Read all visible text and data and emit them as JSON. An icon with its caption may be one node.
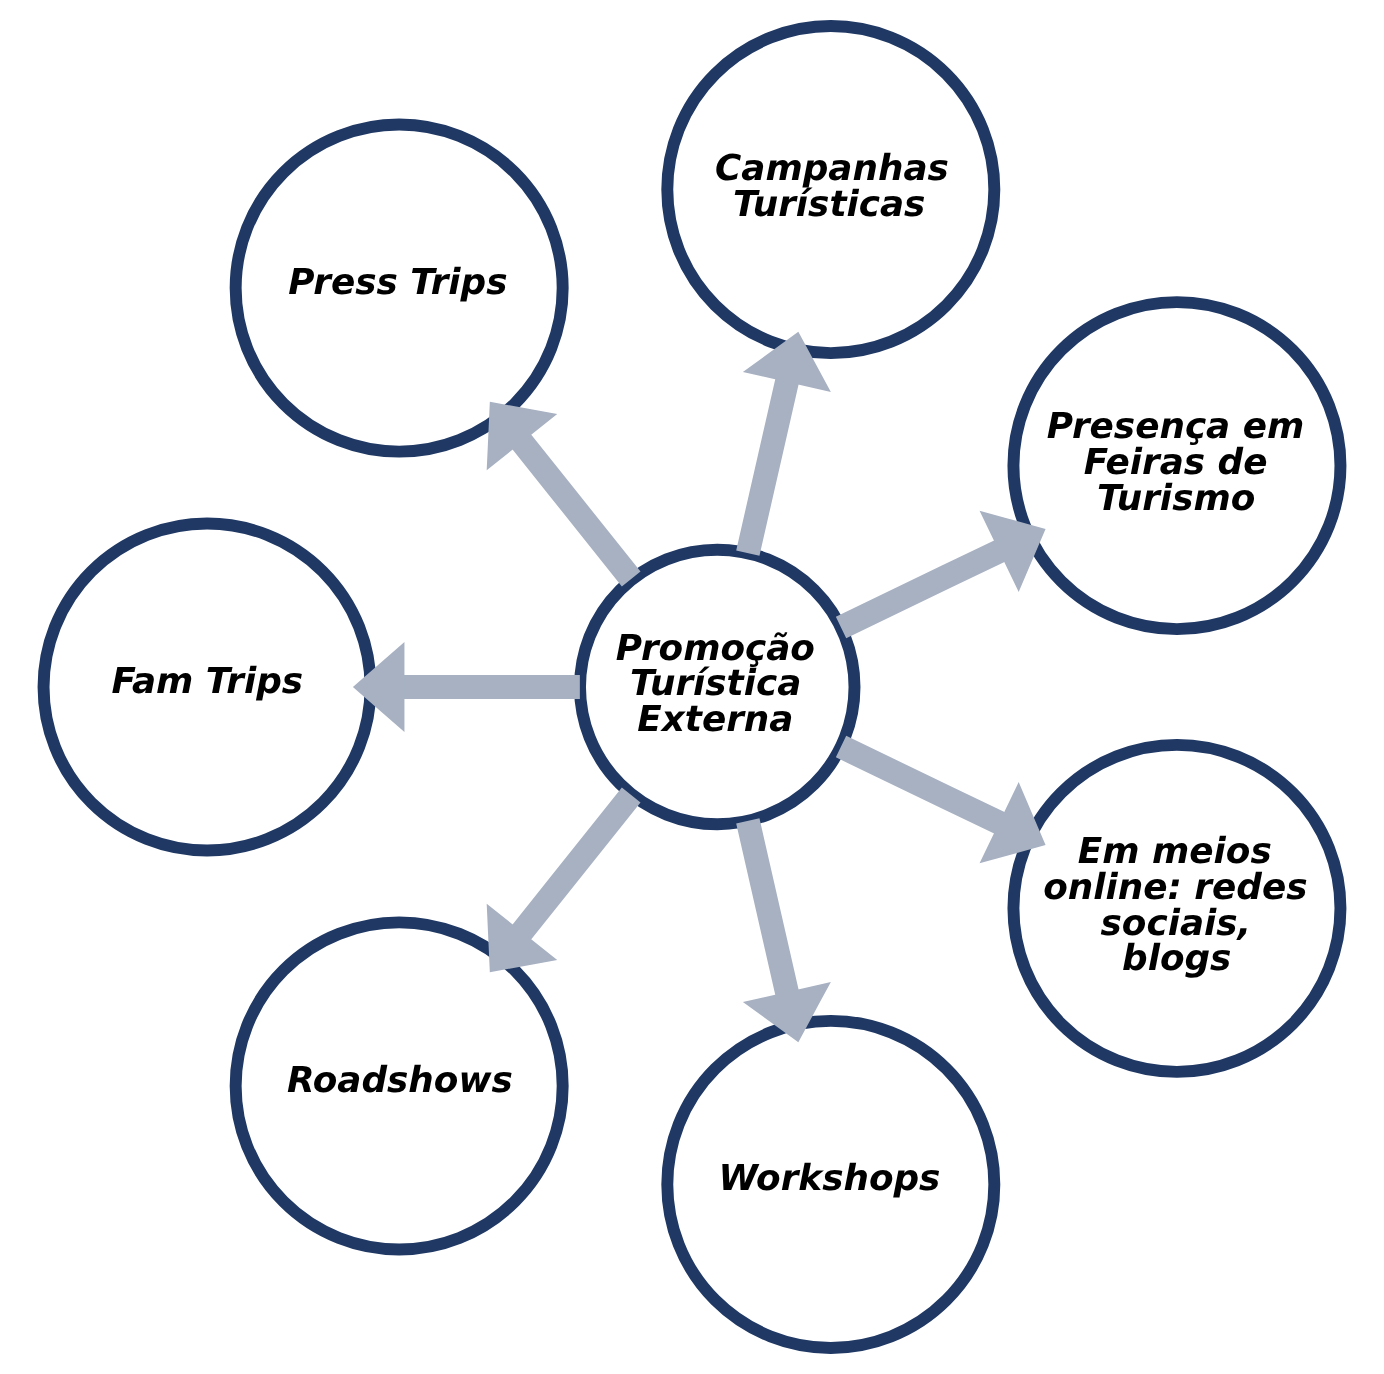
{
  "diagram": {
    "nodes": [
      {
        "text": [
          "Promoção Turística Externa"
        ]
      },
      {
        "text": [
          "Presença em Feiras de Turismo"
        ]
      },
      {
        "text": [
          "Campanhas Turísticas"
        ]
      },
      {
        "text": [
          "Press Trips"
        ]
      },
      {
        "text": [
          "Fam Trips"
        ]
      },
      {
        "text": [
          "Roadshows"
        ]
      },
      {
        "text": [
          "Workshops"
        ]
      },
      {
        "text": [
          "Em meios online: redes sociais, blogs"
        ]
      }
    ],
    "edges": [
      {
        "from": 0,
        "to": 1,
        "arrow": "to"
      },
      {
        "from": 0,
        "to": 2,
        "arrow": "to"
      },
      {
        "from": 0,
        "to": 3,
        "arrow": "to"
      },
      {
        "from": 0,
        "to": 4,
        "arrow": "to"
      },
      {
        "from": 0,
        "to": 5,
        "arrow": "to"
      },
      {
        "from": 0,
        "to": 6,
        "arrow": "to"
      },
      {
        "from": 0,
        "to": 7,
        "arrow": "to"
      }
    ]
  }
}
